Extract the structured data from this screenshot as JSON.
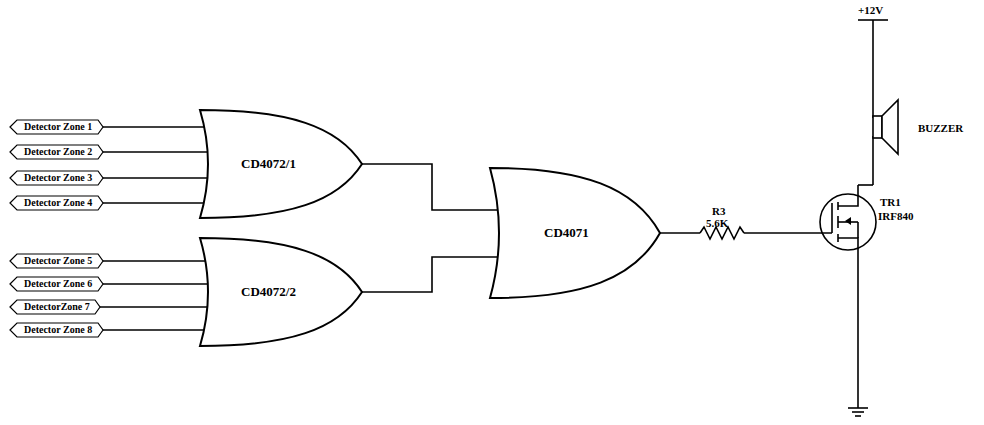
{
  "diagram": {
    "nodes": [
      {
        "text": [
          "Detector Zone 1"
        ]
      },
      {
        "text": [
          "Detector Zone 2"
        ]
      },
      {
        "text": [
          "Detector Zone 3"
        ]
      },
      {
        "text": [
          "Detector Zone 4"
        ]
      },
      {
        "text": [
          "Detector Zone 5"
        ]
      },
      {
        "text": [
          "Detector Zone 6"
        ]
      },
      {
        "text": [
          "DetectorZone 7"
        ]
      },
      {
        "text": [
          "Detector Zone 8"
        ]
      },
      {
        "text": [
          "CD4072/1"
        ]
      },
      {
        "text": [
          "CD4072/2"
        ]
      },
      {
        "text": [
          "CD4071"
        ]
      }
    ],
    "edges": [
      {
        "from": 0,
        "to": 8,
        "arrow": "none"
      },
      {
        "from": 1,
        "to": 8,
        "arrow": "none"
      },
      {
        "from": 2,
        "to": 8,
        "arrow": "none"
      },
      {
        "from": 3,
        "to": 8,
        "arrow": "none"
      },
      {
        "from": 4,
        "to": 9,
        "arrow": "none"
      },
      {
        "from": 5,
        "to": 9,
        "arrow": "none"
      },
      {
        "from": 6,
        "to": 9,
        "arrow": "none"
      },
      {
        "from": 7,
        "to": 9,
        "arrow": "none"
      },
      {
        "from": 8,
        "to": 10,
        "arrow": "none"
      },
      {
        "from": 9,
        "to": 10,
        "arrow": "none"
      }
    ],
    "labels": [
      "+12V",
      "BUZZER",
      "R3",
      "5.6K",
      "TR1",
      "IRF840"
    ]
  }
}
